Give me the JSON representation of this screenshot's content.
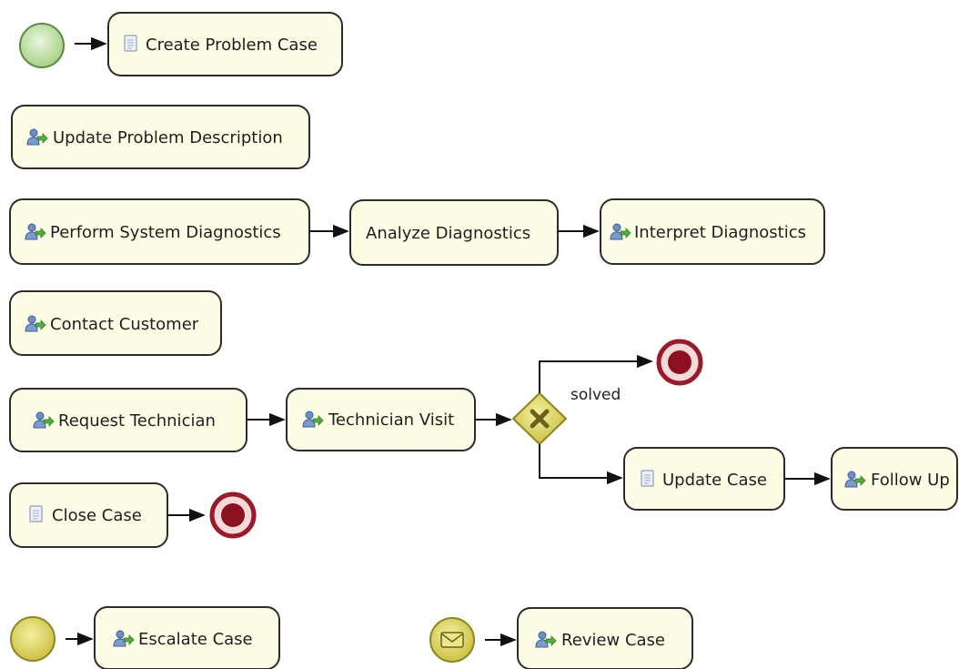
{
  "tasks": {
    "create_problem_case": "Create Problem Case",
    "update_problem_description": "Update Problem Description",
    "perform_system_diagnostics": "Perform System Diagnostics",
    "analyze_diagnostics": "Analyze Diagnostics",
    "interpret_diagnostics": "Interpret Diagnostics",
    "contact_customer": "Contact Customer",
    "request_technician": "Request Technician",
    "technician_visit": "Technician Visit",
    "update_case": "Update Case",
    "follow_up": "Follow Up",
    "close_case": "Close Case",
    "escalate_case": "Escalate Case",
    "review_case": "Review Case"
  },
  "edge_labels": {
    "solved": "solved"
  },
  "icons": {
    "script": "script-task-icon",
    "user": "user-task-icon",
    "message": "envelope-icon",
    "gateway": "exclusive-gateway-icon"
  },
  "colors": {
    "task_fill": "#fdfde6",
    "start_event": "#bfe0a0",
    "end_event": "#8b1020",
    "gateway": "#e6df6a"
  }
}
